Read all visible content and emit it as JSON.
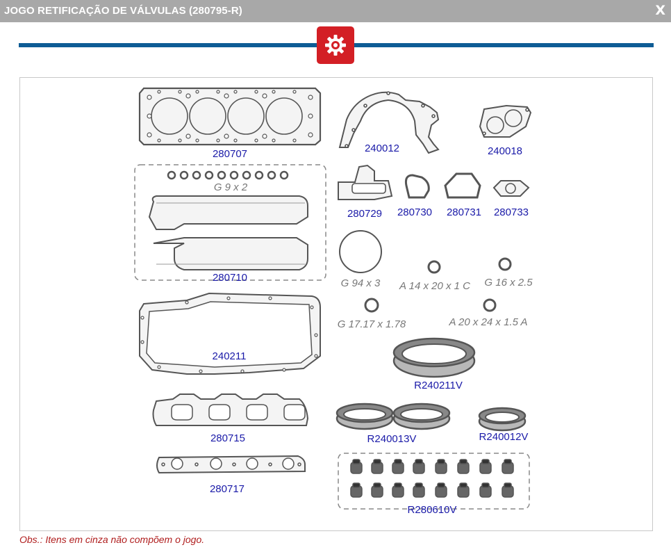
{
  "window": {
    "title": "JOGO RETIFICAÇÃO DE VÁLVULAS (280795-R)",
    "close_label": "X"
  },
  "colors": {
    "titlebar": "#a8a8a8",
    "divider": "#0e5c95",
    "gear_button": "#d31f25",
    "label_blue": "#1a1aa8",
    "label_gray": "#777777",
    "obs_red": "#b01e1e"
  },
  "parts": {
    "p280707": "280707",
    "p240012": "240012",
    "p240018": "240018",
    "g9x2": "G 9 x 2",
    "p280729": "280729",
    "p280730": "280730",
    "p280731": "280731",
    "p280733": "280733",
    "p280710": "280710",
    "g94x3": "G 94 x 3",
    "a14x20x1c": "A 14 x 20 x 1 C",
    "g16x25": "G 16 x 2.5",
    "g1717x178": "G 17.17 x 1.78",
    "a20x24x15a": "A 20 x 24 x 1.5 A",
    "p240211": "240211",
    "r240211v": "R240211V",
    "p280715": "280715",
    "r240013v": "R240013V",
    "r240012v": "R240012V",
    "p280717": "280717",
    "r280610v": "R280610V"
  },
  "footer": {
    "obs": "Obs.: Itens em cinza não compõem o jogo."
  }
}
